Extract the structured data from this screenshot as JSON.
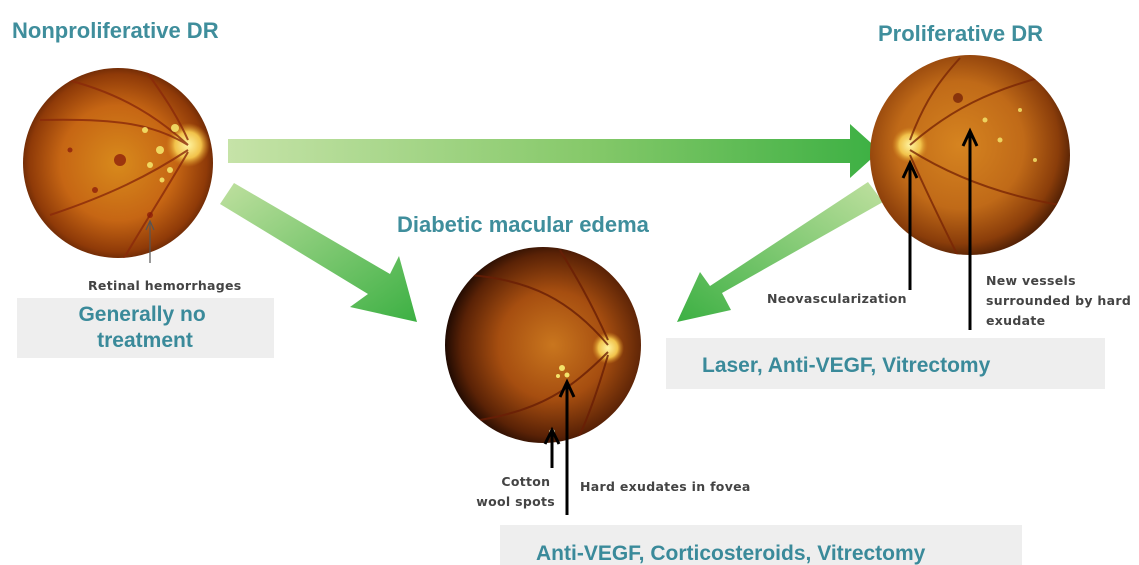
{
  "stages": {
    "nonproliferative": {
      "title": "Nonproliferative DR",
      "treatment_lines": [
        "Generally no",
        "treatment"
      ]
    },
    "macular_edema": {
      "title": "Diabetic macular edema",
      "treatment": "Anti-VEGF, Corticosteroids, Vitrectomy"
    },
    "proliferative": {
      "title": "Proliferative DR",
      "treatment": "Laser, Anti-VEGF, Vitrectomy"
    }
  },
  "annotations": {
    "retinal_hemorrhages": "Retinal hemorrhages",
    "neovascularization": "Neovascularization",
    "new_vessels": [
      "New vessels",
      "surrounded by hard",
      "exudate"
    ],
    "cotton_wool": [
      "Cotton",
      "wool spots"
    ],
    "hard_exudates": "Hard exudates in fovea"
  },
  "colors": {
    "title_teal": "#3f8e9c",
    "arrow_green": "#4cb848",
    "treatment_box": "#eeeeee"
  }
}
